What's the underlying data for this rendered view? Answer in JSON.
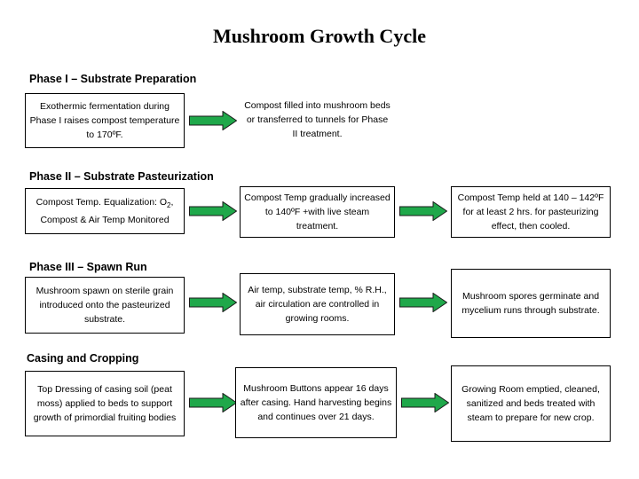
{
  "title": "Mushroom Growth Cycle",
  "phases": [
    {
      "heading": "Phase I – Substrate Preparation",
      "steps": [
        "Exothermic fermentation during Phase I raises compost temperature to 170ºF.",
        "Compost filled into mushroom beds or transferred to tunnels for Phase II treatment."
      ]
    },
    {
      "heading": "Phase II – Substrate Pasteurization",
      "steps": [
        "Compost Temp. Equalization: O2, Compost & Air Temp Monitored",
        "Compost Temp gradually increased to 140ºF +with live steam treatment.",
        "Compost Temp held at 140 – 142ºF for at least 2 hrs. for pasteurizing effect, then cooled."
      ]
    },
    {
      "heading": "Phase III – Spawn Run",
      "steps": [
        "Mushroom spawn on sterile grain introduced onto the pasteurized substrate.",
        "Air temp, substrate temp, % R.H., air circulation are controlled in growing rooms.",
        "Mushroom spores germinate and mycelium runs through substrate."
      ]
    },
    {
      "heading": "Casing and Cropping",
      "steps": [
        "Top Dressing of casing soil (peat moss) applied to beds to support growth of primordial fruiting bodies",
        "Mushroom Buttons appear 16 days after casing. Hand harvesting begins and continues over 21 days.",
        "Growing Room emptied, cleaned, sanitized and beds treated with steam to prepare for new crop."
      ]
    }
  ],
  "colors": {
    "arrow_fill": "#1fa84a",
    "arrow_stroke": "#1a1a1a"
  }
}
